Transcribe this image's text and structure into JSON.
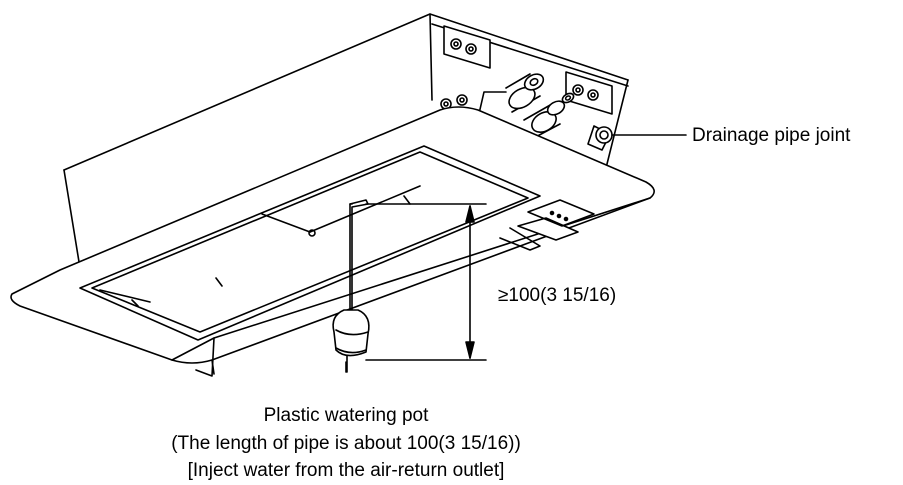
{
  "labels": {
    "drainage_joint": "Drainage pipe joint",
    "height_dimension": "≥100(3 15/16)",
    "caption_line1": "Plastic watering pot",
    "caption_line2": "(The length of pipe is about 100(3 15/16))",
    "caption_line3": "[Inject water from the air-return outlet]"
  }
}
